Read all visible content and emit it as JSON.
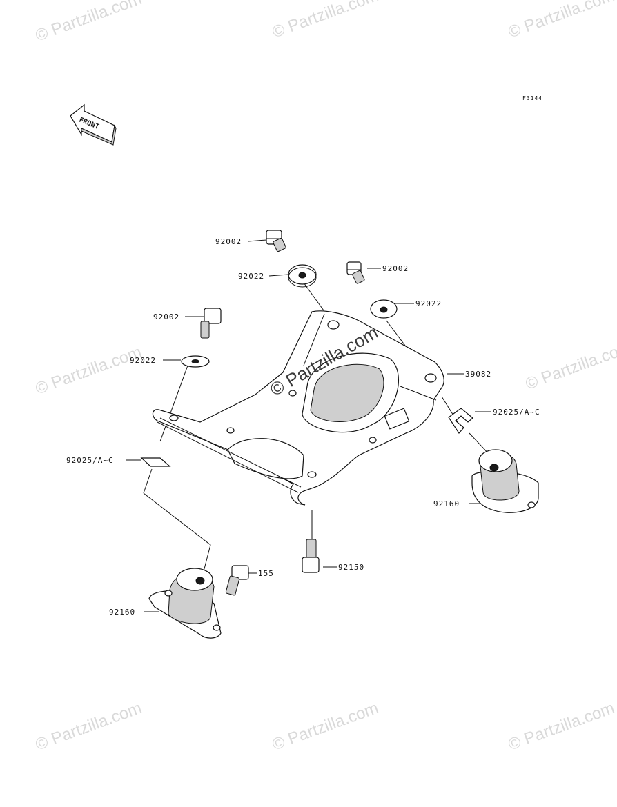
{
  "diagram_code": "F3144",
  "front_label": "FRONT",
  "watermark": "© Partzilla.com",
  "parts": {
    "bolt_top_left": "92002",
    "washer_top_left": "92022",
    "bolt_top_right": "92002",
    "washer_top_right": "92022",
    "bolt_left": "92002",
    "washer_left": "92022",
    "bracket": "39082",
    "clip_right": "92025/A~C",
    "clip_left": "92025/A~C",
    "mount_right": "92160",
    "bolt_bottom": "92150",
    "bolt_small": "155",
    "mount_left": "92160"
  }
}
